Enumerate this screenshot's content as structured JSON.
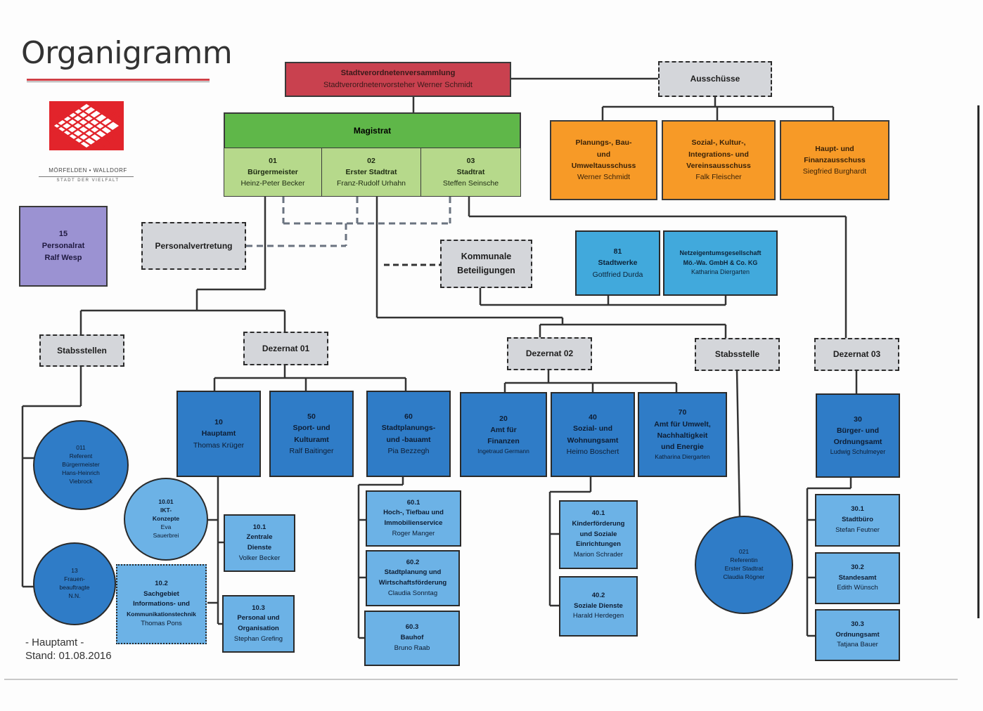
{
  "header": {
    "title": "Organigramm",
    "city": "MÖRFELDEN • WALLDORF",
    "motto": "STADT DER VIELFALT"
  },
  "colors": {
    "council": "#c9414f",
    "magistrat": "#5fb749",
    "magistrat_members": "#b6d98b",
    "committees": "#f79a27",
    "personalrat": "#9b92d2",
    "dashed_groups": "#d4d6da",
    "offices": "#2f7cc7",
    "holdings": "#41a9dc",
    "sub_units": "#6cb2e6"
  },
  "council": {
    "line1": "Stadtverordnetenversammlung",
    "line2": "Stadtverordnetenvorsteher Werner Schmidt"
  },
  "magistrat": {
    "title": "Magistrat",
    "members": [
      {
        "num": "01",
        "role": "Bürgermeister",
        "name": "Heinz-Peter Becker"
      },
      {
        "num": "02",
        "role": "Erster Stadtrat",
        "name": "Franz-Rudolf Urhahn"
      },
      {
        "num": "03",
        "role": "Stadtrat",
        "name": "Steffen Seinsche"
      }
    ]
  },
  "ausschuesse": {
    "title": "Ausschüsse",
    "items": [
      {
        "l1": "Planungs-, Bau-",
        "l2": "und",
        "l3": "Umweltausschuss",
        "name": "Werner Schmidt"
      },
      {
        "l1": "Sozial-, Kultur-,",
        "l2": "Integrations- und",
        "l3": "Vereinsausschuss",
        "name": "Falk Fleischer"
      },
      {
        "l1": "Haupt- und",
        "l2": "Finanzausschuss",
        "name": "Siegfried Burghardt"
      }
    ]
  },
  "personalrat": {
    "num": "15",
    "title": "Personalrat",
    "name": "Ralf Wesp"
  },
  "personalvertretung": "Personalvertretung",
  "beteiligungen": {
    "l1": "Kommunale",
    "l2": "Beteiligungen"
  },
  "stadtwerke": {
    "num": "81",
    "title": "Stadtwerke",
    "name": "Gottfried Durda"
  },
  "netz": {
    "l1": "Netzeigentumsgesellschaft",
    "l2": "Mö.-Wa. GmbH & Co. KG",
    "name": "Katharina Diergarten"
  },
  "groups": {
    "stabsstellen": "Stabsstellen",
    "dezernat01": "Dezernat 01",
    "dezernat02": "Dezernat 02",
    "stabsstelle": "Stabsstelle",
    "dezernat03": "Dezernat 03"
  },
  "aemter": {
    "a10": {
      "num": "10",
      "title": "Hauptamt",
      "name": "Thomas Krüger"
    },
    "a50": {
      "num": "50",
      "l1": "Sport- und",
      "l2": "Kulturamt",
      "name": "Ralf Baitinger"
    },
    "a60": {
      "num": "60",
      "l1": "Stadtplanungs-",
      "l2": "und -bauamt",
      "name": "Pia Bezzegh"
    },
    "a20": {
      "num": "20",
      "l1": "Amt für",
      "l2": "Finanzen",
      "name": "Ingetraud Germann"
    },
    "a40": {
      "num": "40",
      "l1": "Sozial- und",
      "l2": "Wohnungsamt",
      "name": "Heimo Boschert"
    },
    "a70": {
      "num": "70",
      "l1": "Amt für Umwelt,",
      "l2": "Nachhaltigkeit",
      "l3": "und Energie",
      "name": "Katharina Diergarten"
    },
    "a30": {
      "num": "30",
      "l1": "Bürger- und",
      "l2": "Ordnungsamt",
      "name": "Ludwig Schulmeyer"
    }
  },
  "circles": {
    "c011": {
      "num": "011",
      "l1": "Referent",
      "l2": "Bürgermeister",
      "l3": "Hans-Heinrich",
      "l4": "Viebrock"
    },
    "c13": {
      "num": "13",
      "l1": "Frauen-",
      "l2": "beauftragte",
      "l3": "N.N."
    },
    "c1001": {
      "num": "10.01",
      "l1": "IKT-",
      "l2": "Konzepte",
      "l3": "Eva",
      "l4": "Sauerbrei"
    },
    "c021": {
      "num": "021",
      "l1": "Referentin",
      "l2": "Erster Stadtrat",
      "l3": "Claudia Rögner"
    }
  },
  "units": {
    "u101": {
      "num": "10.1",
      "l1": "Zentrale",
      "l2": "Dienste",
      "name": "Volker Becker"
    },
    "u102": {
      "num": "10.2",
      "l1": "Sachgebiet",
      "l2": "Informations- und",
      "l3": "Kommunikationstechnik",
      "name": "Thomas Pons"
    },
    "u103": {
      "num": "10.3",
      "l1": "Personal und",
      "l2": "Organisation",
      "name": "Stephan Grefing"
    },
    "u601": {
      "num": "60.1",
      "l1": "Hoch-, Tiefbau und",
      "l2": "Immobilienservice",
      "name": "Roger Manger"
    },
    "u602": {
      "num": "60.2",
      "l1": "Stadtplanung und",
      "l2": "Wirtschaftsförderung",
      "name": "Claudia Sonntag"
    },
    "u603": {
      "num": "60.3",
      "l1": "Bauhof",
      "name": "Bruno Raab"
    },
    "u401": {
      "num": "40.1",
      "l1": "Kinderförderung",
      "l2": "und Soziale",
      "l3": "Einrichtungen",
      "name": "Marion Schrader"
    },
    "u402": {
      "num": "40.2",
      "l1": "Soziale Dienste",
      "name": "Harald Herdegen"
    },
    "u301": {
      "num": "30.1",
      "l1": "Stadtbüro",
      "name": "Stefan Feutner"
    },
    "u302": {
      "num": "30.2",
      "l1": "Standesamt",
      "name": "Edith Wünsch"
    },
    "u303": {
      "num": "30.3",
      "l1": "Ordnungsamt",
      "name": "Tatjana Bauer"
    }
  },
  "footer": {
    "line1": "- Hauptamt -",
    "line2": "Stand: 01.08.2016"
  }
}
